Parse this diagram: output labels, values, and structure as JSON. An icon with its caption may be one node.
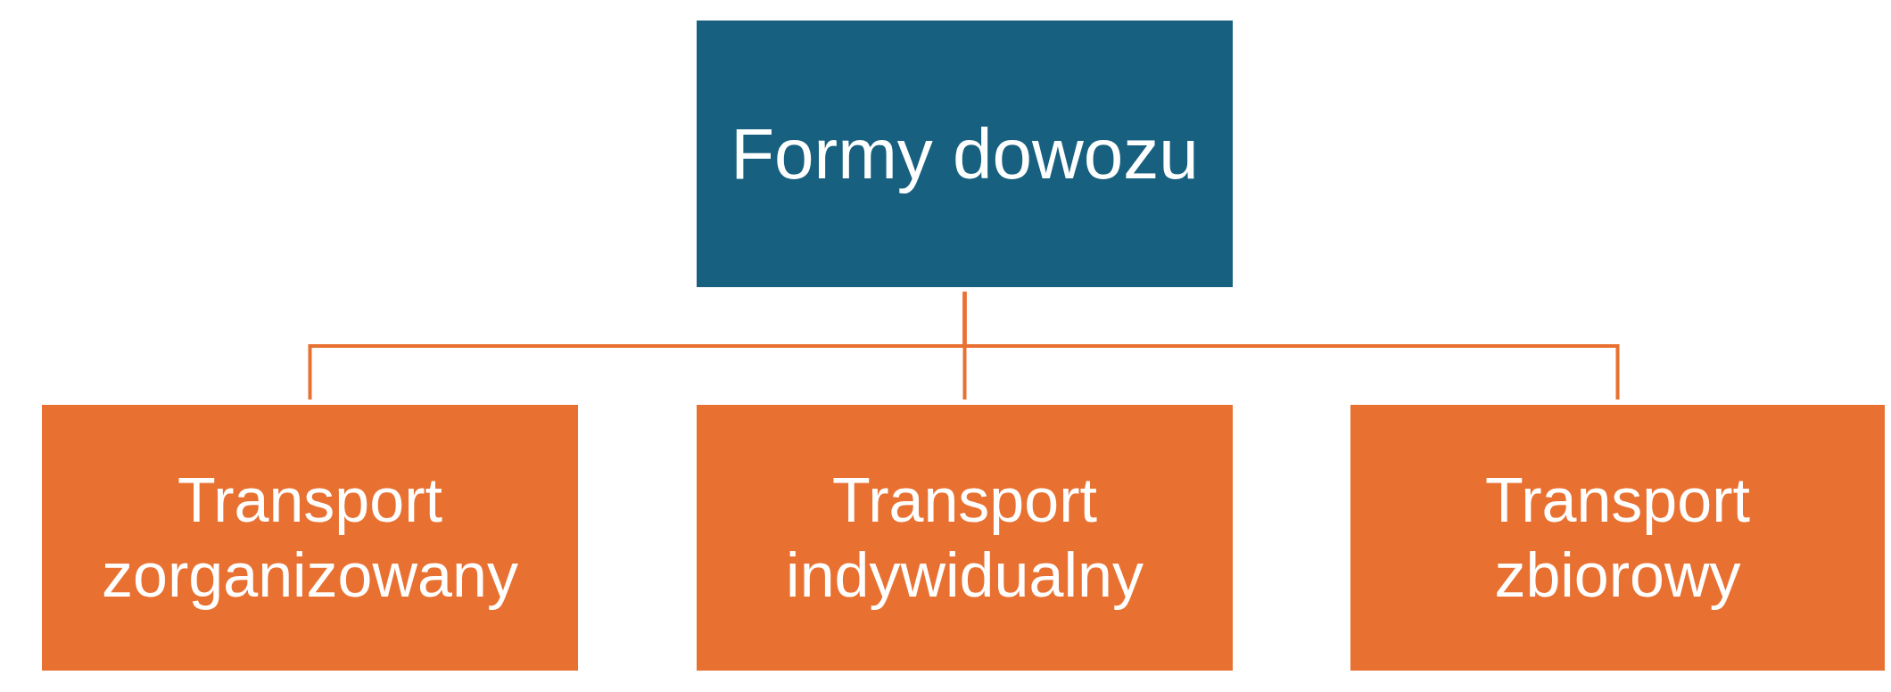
{
  "diagram": {
    "nodes": [
      {
        "text": [
          "Formy dowozu"
        ]
      },
      {
        "text": [
          "Transport zorganizowany"
        ]
      },
      {
        "text": [
          "Transport indywidualny"
        ]
      },
      {
        "text": [
          "Transport zbiorowy"
        ]
      }
    ],
    "edges": [
      {
        "from": 0,
        "to": 1,
        "arrow": "none"
      },
      {
        "from": 0,
        "to": 2,
        "arrow": "none"
      },
      {
        "from": 0,
        "to": 3,
        "arrow": "none"
      }
    ]
  }
}
